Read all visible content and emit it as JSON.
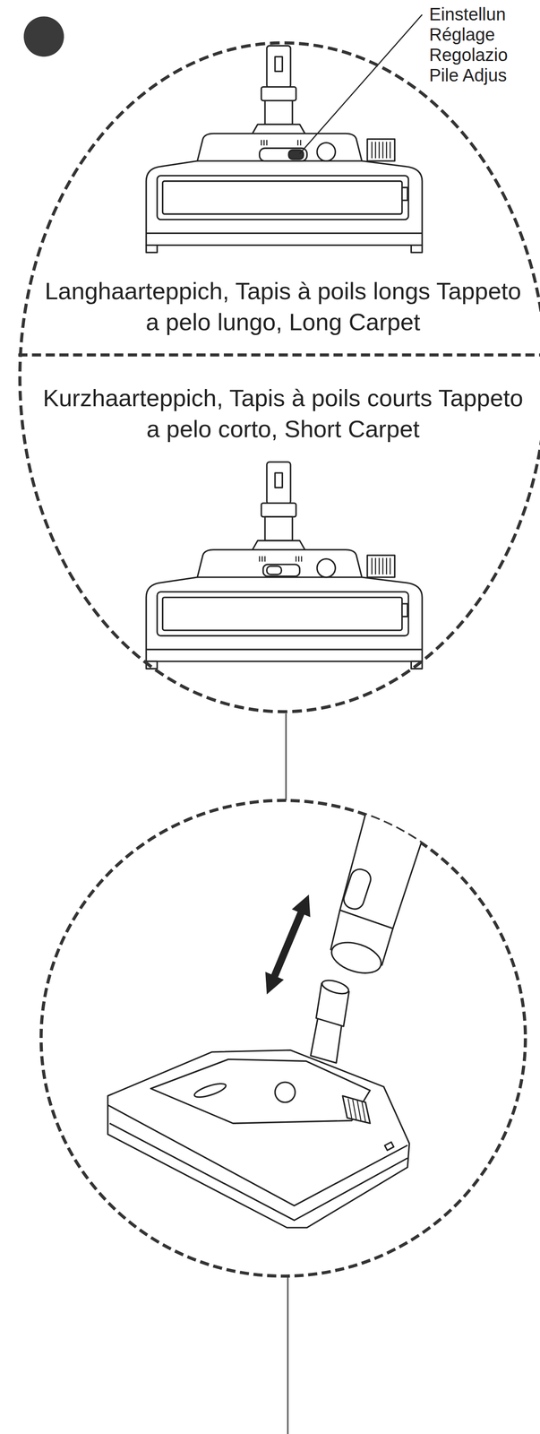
{
  "diagram": {
    "nodes": [
      {
        "text": [
          "Langhaarteppich, Tapis à poils longs Tappeto a pelo lungo, Long Carpet",
          "Kurzhaarteppich, Tapis à poils courts Tappeto a pelo corto, Short Carpet"
        ]
      }
    ],
    "labels": [
      "Einstellun",
      "Réglage",
      "Regolazio",
      "Pile Adjus"
    ]
  }
}
